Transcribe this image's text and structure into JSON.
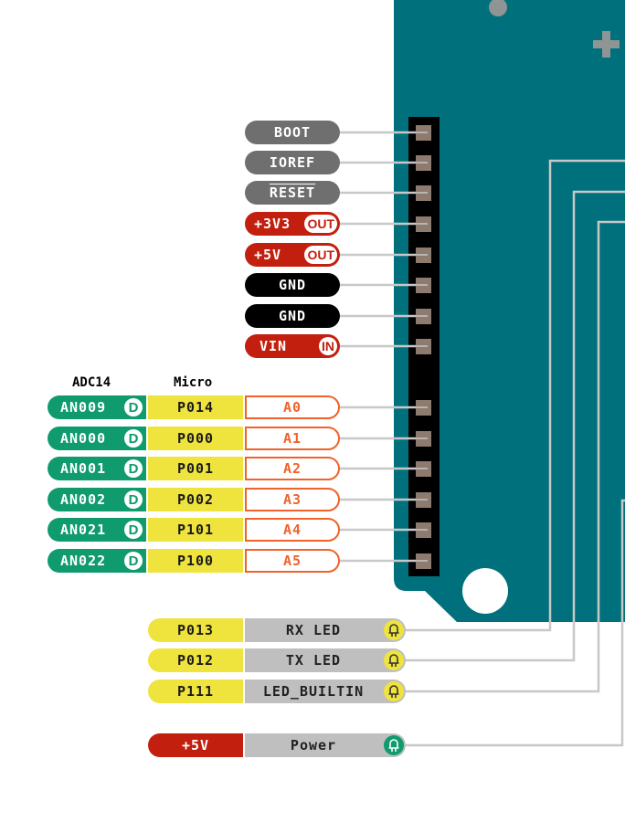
{
  "power_header": [
    {
      "label": "BOOT",
      "style": "gray"
    },
    {
      "label": "IOREF",
      "style": "gray"
    },
    {
      "label": "RESET",
      "style": "gray",
      "overline": true
    },
    {
      "label": "+3V3",
      "style": "red",
      "tag": "OUT"
    },
    {
      "label": "+5V",
      "style": "red",
      "tag": "OUT"
    },
    {
      "label": "GND",
      "style": "black"
    },
    {
      "label": "GND",
      "style": "black"
    },
    {
      "label": "VIN",
      "style": "red",
      "tag": "IN"
    }
  ],
  "analog_header": {
    "col_adc": "ADC14",
    "col_micro": "Micro",
    "digital_badge": "D",
    "rows": [
      {
        "adc": "AN009",
        "micro": "P014",
        "pin": "A0"
      },
      {
        "adc": "AN000",
        "micro": "P000",
        "pin": "A1"
      },
      {
        "adc": "AN001",
        "micro": "P001",
        "pin": "A2"
      },
      {
        "adc": "AN002",
        "micro": "P002",
        "pin": "A3"
      },
      {
        "adc": "AN021",
        "micro": "P101",
        "pin": "A4"
      },
      {
        "adc": "AN022",
        "micro": "P100",
        "pin": "A5"
      }
    ]
  },
  "leds": [
    {
      "micro": "P013",
      "label": "RX LED",
      "led_color": "#efe33d"
    },
    {
      "micro": "P012",
      "label": "TX LED",
      "led_color": "#efe33d"
    },
    {
      "micro": "P111",
      "label": "LED_BUILTIN",
      "led_color": "#efe33d"
    },
    {
      "micro": "+5V",
      "label": "Power",
      "led_color": "#0f9b6e"
    }
  ],
  "colors": {
    "board": "#00717c",
    "pad": "#8c7b6e",
    "trace": "#c8c8c8"
  }
}
